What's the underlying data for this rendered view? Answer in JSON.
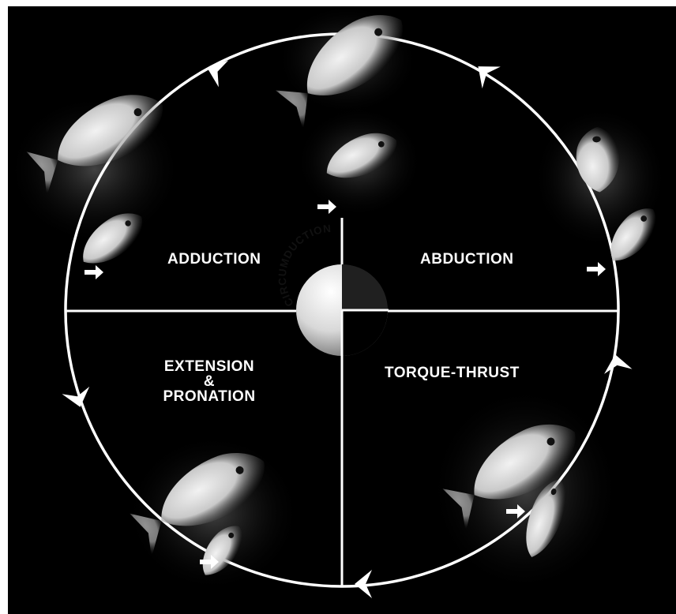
{
  "phases": {
    "adduction": "ADDUCTION",
    "abduction": "ABDUCTION",
    "extension_line1": "EXTENSION",
    "extension_amp": "&",
    "extension_line2": "PRONATION",
    "torque": "TORQUE-THRUST"
  },
  "center_label": "CIRCUMDUCTION",
  "colors": {
    "background": "#000000",
    "lines": "#ffffff",
    "text": "#ffffff",
    "fish": "#d9d9d9"
  },
  "icons": [
    "chevron-arrow-icon",
    "pointer-arrow-icon",
    "fish-photo"
  ]
}
